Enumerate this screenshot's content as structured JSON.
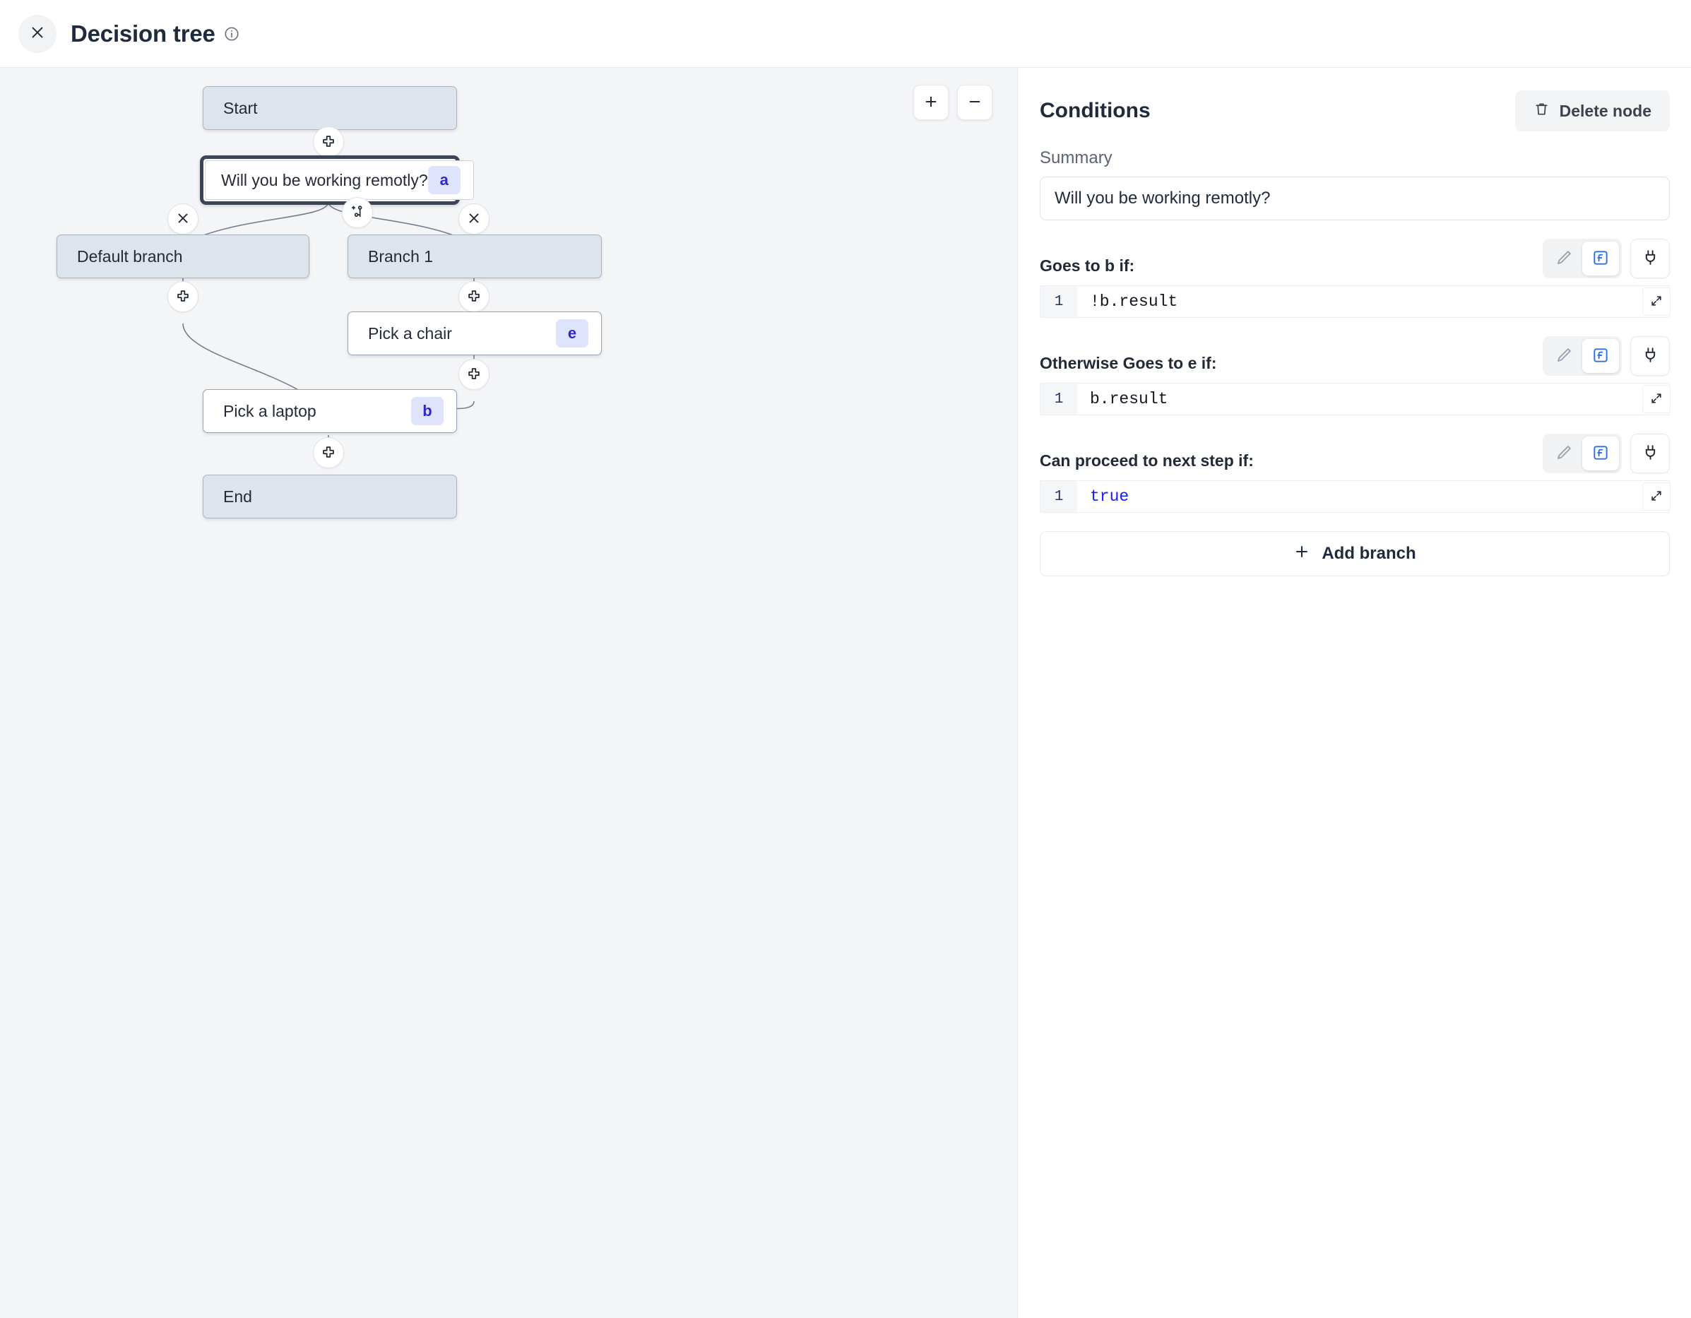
{
  "header": {
    "title": "Decision tree",
    "close_icon": "close-icon",
    "info_icon": "info-icon"
  },
  "canvas": {
    "zoom_in_label": "+",
    "zoom_out_label": "−",
    "nodes": [
      {
        "id": "start",
        "label": "Start",
        "type": "terminal",
        "badge": ""
      },
      {
        "id": "a",
        "label": "Will you be working remotly?",
        "type": "selected",
        "badge": "a"
      },
      {
        "id": "def",
        "label": "Default branch",
        "type": "branch",
        "badge": ""
      },
      {
        "id": "br1",
        "label": "Branch 1",
        "type": "branch",
        "badge": ""
      },
      {
        "id": "e",
        "label": "Pick a chair",
        "type": "step",
        "badge": "e"
      },
      {
        "id": "b",
        "label": "Pick a laptop",
        "type": "step",
        "badge": "b"
      },
      {
        "id": "end",
        "label": "End",
        "type": "terminal",
        "badge": ""
      }
    ],
    "edge_buttons": [
      {
        "name": "add-step-after-start",
        "icon": "plus-icon"
      },
      {
        "name": "add-branch-icon",
        "icon": "git-branch-plus-icon"
      },
      {
        "name": "delete-default-branch",
        "icon": "close-icon"
      },
      {
        "name": "delete-branch-1",
        "icon": "close-icon"
      },
      {
        "name": "add-step-default-branch",
        "icon": "plus-icon"
      },
      {
        "name": "add-step-branch-1",
        "icon": "plus-icon"
      },
      {
        "name": "add-step-after-chair",
        "icon": "plus-icon"
      },
      {
        "name": "add-step-after-laptop",
        "icon": "plus-icon"
      }
    ]
  },
  "panel": {
    "title": "Conditions",
    "delete_node_label": "Delete node",
    "delete_icon": "trash-icon",
    "summary_label": "Summary",
    "summary_value": "Will you be working remotly?",
    "conditions": [
      {
        "label": "Goes to b if:",
        "line_number": "1",
        "code": "!b.result",
        "code_is_keyword": false,
        "mode": "expression",
        "pencil_icon": "pencil-icon",
        "function_icon": "function-icon",
        "plug_icon": "plug-icon",
        "expand_icon": "expand-icon"
      },
      {
        "label": "Otherwise Goes to e if:",
        "line_number": "1",
        "code": "b.result",
        "code_is_keyword": false,
        "mode": "expression",
        "pencil_icon": "pencil-icon",
        "function_icon": "function-icon",
        "plug_icon": "plug-icon",
        "expand_icon": "expand-icon"
      },
      {
        "label": "Can proceed to next step if:",
        "line_number": "1",
        "code": "true",
        "code_is_keyword": true,
        "mode": "expression",
        "pencil_icon": "pencil-icon",
        "function_icon": "function-icon",
        "plug_icon": "plug-icon",
        "expand_icon": "expand-icon"
      }
    ],
    "add_branch_label": "Add branch"
  },
  "colors": {
    "canvas_bg": "#f4f5f7",
    "terminal_node": "#dde4ec",
    "badge_bg": "#dfe3fb",
    "badge_text": "#2f28c8",
    "accent_blue": "#2f6fe4",
    "keyword_blue": "#1a1aff",
    "selected_border": "#3c4556"
  }
}
